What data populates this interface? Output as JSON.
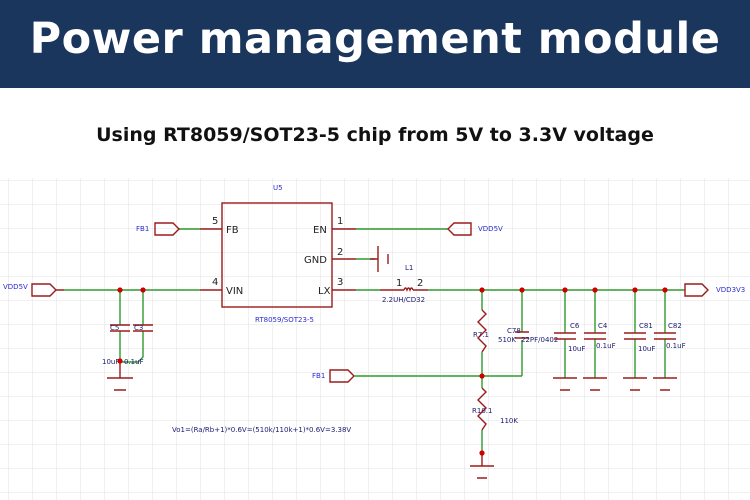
{
  "header": {
    "title": "Power management module"
  },
  "subtitle": "Using RT8059/SOT23-5 chip from 5V to 3.3V voltage",
  "schematic": {
    "chip": {
      "ref": "U5",
      "part": "RT8059/SOT23-5",
      "pins": [
        {
          "num": "5",
          "name": "FB"
        },
        {
          "num": "1",
          "name": "EN"
        },
        {
          "num": "2",
          "name": "GND"
        },
        {
          "num": "4",
          "name": "VIN"
        },
        {
          "num": "3",
          "name": "LX"
        }
      ]
    },
    "net_labels": {
      "vdd5v_in": "VDD5V",
      "fb1_top": "FB1",
      "vdd5v_en": "VDD5V",
      "vdd3v3": "VDD3V3",
      "fb1_bottom": "FB1"
    },
    "inductor": {
      "ref": "L1",
      "value": "2.2UH/CD32",
      "pin1": "1",
      "pin2": "2"
    },
    "input_caps": [
      {
        "ref": "C5",
        "value": "10uF"
      },
      {
        "ref": "C3",
        "value": "0.1uF"
      }
    ],
    "resistors": [
      {
        "ref": "R7.1",
        "value": "510K"
      },
      {
        "ref": "R10.1",
        "value": "110K"
      }
    ],
    "feedforward_cap": {
      "ref": "C78",
      "value": "22PF/0402"
    },
    "output_caps": [
      {
        "ref": "C6",
        "value": "10uF"
      },
      {
        "ref": "C4",
        "value": "0.1uF"
      },
      {
        "ref": "C81",
        "value": "10uF"
      },
      {
        "ref": "C82",
        "value": "0.1uF"
      }
    ],
    "formula": "Vo1=(Ra/Rb+1)*0.6V=(510k/110k+1)*0.6V=3.38V"
  },
  "colors": {
    "header": "#1b365c",
    "wire": "#2f9a2f",
    "component": "#9b1b1b",
    "junction": "#cc0000",
    "label": "#2b2bcf"
  }
}
